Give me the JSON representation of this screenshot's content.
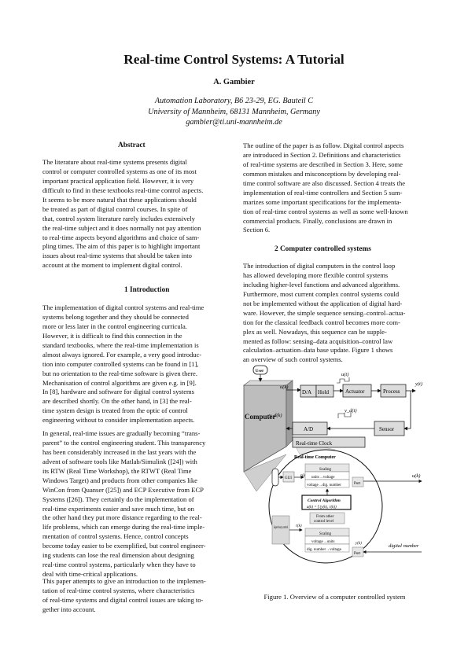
{
  "title": "Real-time Control Systems: A Tutorial",
  "author": "A. Gambier",
  "affiliation": [
    "Automation Laboratory, B6 23-29, EG. Bauteil C",
    "University of Mannheim, 68131 Mannheim, Germany",
    "gambier@ti.uni-mannheim.de"
  ],
  "abstract": {
    "heading": "Abstract",
    "lines": [
      "The literature about real-time systems presents digital",
      "control or computer controlled systems as one of its most",
      "important practical application field. However, it is very",
      "difficult to find in these textbooks real-time control aspects.",
      "It seems to be more natural that these applications should",
      "be treated as part of digital control courses. In spite of",
      "that, control system literature rarely includes extensively",
      "the real-time subject and it does normally not pay attention",
      "to real-time aspects beyond algorithms and choice of sam-",
      "pling times. The aim of this paper is to highlight important",
      "issues about real-time systems that should be taken into",
      "account at the moment to implement digital control."
    ]
  },
  "section1": {
    "heading": "1     Introduction",
    "para1": [
      "The implementation of digital control systems and real-time",
      "systems belong together and they should be connected",
      "more or less later in the control engineering curricula.",
      "However, it is difficult to find this connection in the",
      "standard textbooks, where the real-time implementation is",
      "almost always ignored. For example, a very good introduc-",
      "tion into computer controlled systems can be found in [1],",
      "but no orientation to the real-time software is given there.",
      "Mechanisation of control algorithms are given e.g. in [9].",
      "In [8], hardware and software for digital control systems",
      "are described shortly. On the other hand, in [3] the real-",
      "time system design is treated from the optic of control",
      "engineering without to consider implementation aspects."
    ],
    "para2": [
      "In general, real-time issues are gradually becoming “trans-",
      "parent” to the control engineering student. This transparency",
      "has been considerably increased in the last years with the",
      "advent of software tools like Matlab/Simulink ([24]) with",
      "its RTW (Real Time Workshop), the RTWT (Real Time",
      "Windows Target) and products from other companies like",
      "WinCon from Quanser ([25]) and ECP Executive from ECP",
      "Systems ([26]). They certainly do the implementation of",
      "real-time experiments easier and save much time, but on",
      "the other hand they put more distance regarding to the real-",
      "life problems, which can emerge during the real-time imple-",
      "mentation of control systems. Hence, control concepts",
      "become today easier to be exemplified, but control engineer-",
      "ing students can lose the real dimension about designing",
      "real-time control systems, particularly when they have to",
      "deal with time-critical applications."
    ],
    "para3": [
      "This paper attempts to give an introduction to the implemen-",
      "tation of real-time control systems, where characteristics",
      "of real-time systems and digital control issues are taking to-",
      "gether into account."
    ]
  },
  "right_intro": [
    "The outline of the paper is as follow. Digital control aspects",
    "are introduced in Section 2. Definitions and characteristics",
    "of real-time systems are described in Section 3. Here, some",
    "common mistakes and misconceptions by developing real-",
    "time control software are also discussed. Section 4 treats the",
    "implementation of real-time controllers and Section 5 sum-",
    "marizes some important specifications for the implementa-",
    "tion of real-time control systems as well as some well-known",
    "commercial products. Finally, conclusions are drawn in",
    "Section 6."
  ],
  "section2": {
    "heading": "2     Computer controlled systems",
    "lines": [
      "The introduction of digital computers in the control loop",
      "has allowed developing more flexible control systems",
      "including higher-level functions and advanced algorithms.",
      "Furthermore, most current complex control systems could",
      "not be implemented without the application of digital hard-",
      "ware. However, the simple sequence sensing–control–actua-",
      "tion for the classical feedback control becomes more com-",
      "plex as well. Nowadays, this sequence can be supple-",
      "mented as follow: sensing–data acquisition–control law",
      "calculation–actuation–data base update. Figure 1 shows",
      "an overview of such control systems."
    ]
  },
  "figure": {
    "caption": "Figure 1. Overview of a computer controlled system",
    "labels": {
      "user": "User",
      "computer": "Computer",
      "da": "D/A",
      "hold": "Hold",
      "actuator": "Actuator",
      "process": "Process",
      "ad": "A/D",
      "sensor": "Sensor",
      "rtclock": "Real-time Clock",
      "rtcomputer": "Real-time Computer",
      "gui": "GUI",
      "scaling1": "Scaling",
      "units_voltage": "units→voltage",
      "voltage_dig": "voltage→dig. number",
      "port1": "Port",
      "control_alg": "Control Algorithm",
      "control_eq": "u(k) = f (y(k), r(k))",
      "from_other": "From other",
      "control_level": "control level",
      "scaling2": "Scaling",
      "voltage_units": "voltage→units",
      "dig_voltage": "dig. number→voltage",
      "port2": "Port",
      "supervisory": "Supervisory control",
      "digital_number": "digital number",
      "uk": "u(k)",
      "ut": "u(t)",
      "yt": "y(t)",
      "ydt": "y_d(t)",
      "ydk": "y_d(k)",
      "rk": "r(k)",
      "yk": "y(k)",
      "uk2": "u(k)"
    }
  },
  "colors": {
    "text": "#111111",
    "link": "#1f3fb5",
    "block_fill": "#dcdcdc",
    "computer_fill": "#bfbfbf"
  }
}
